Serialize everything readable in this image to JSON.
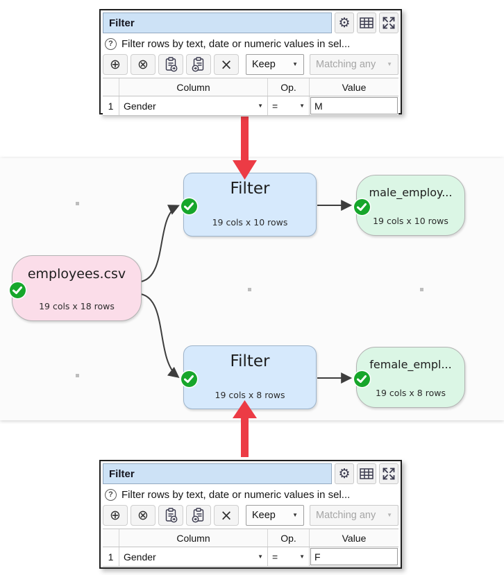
{
  "colors": {
    "panel_title_bg": "#cde2f6",
    "node_source_pink": "#fbdde9",
    "node_transform_blue": "#d6e9fc",
    "node_output_green": "#dbf6e5",
    "check_green": "#17a62b",
    "arrow_red": "#ec3b45",
    "edge_gray": "#3d3d3d"
  },
  "icons": {
    "gear": "⚙",
    "help": "?",
    "add_circle": "⊕",
    "remove_circle": "⊗",
    "delete_cross": "×",
    "dropdown_arrow": "▼"
  },
  "panels": {
    "top": {
      "title": "Filter",
      "help_text": "Filter rows by text, date or numeric values in sel...",
      "keep_value": "Keep",
      "matching_value": "Matching any",
      "table": {
        "headers": [
          "Column",
          "Op.",
          "Value"
        ],
        "rows": [
          {
            "num": "1",
            "column": "Gender",
            "op": "=",
            "value": "M"
          }
        ]
      }
    },
    "bottom": {
      "title": "Filter",
      "help_text": "Filter rows by text, date or numeric values in sel...",
      "keep_value": "Keep",
      "matching_value": "Matching any",
      "table": {
        "headers": [
          "Column",
          "Op.",
          "Value"
        ],
        "rows": [
          {
            "num": "1",
            "column": "Gender",
            "op": "=",
            "value": "F"
          }
        ]
      }
    }
  },
  "diagram": {
    "nodes": [
      {
        "id": "employees",
        "title": "employees.csv",
        "subtitle": "19 cols x 18 rows",
        "type": "source"
      },
      {
        "id": "filter-male",
        "title": "Filter",
        "subtitle": "19 cols x 10 rows",
        "type": "transform"
      },
      {
        "id": "male-output",
        "title": "male_employ...",
        "subtitle": "19 cols x 10 rows",
        "type": "output"
      },
      {
        "id": "filter-female",
        "title": "Filter",
        "subtitle": "19 cols x 8 rows",
        "type": "transform"
      },
      {
        "id": "female-output",
        "title": "female_empl...",
        "subtitle": "19 cols x 8 rows",
        "type": "output"
      }
    ]
  }
}
